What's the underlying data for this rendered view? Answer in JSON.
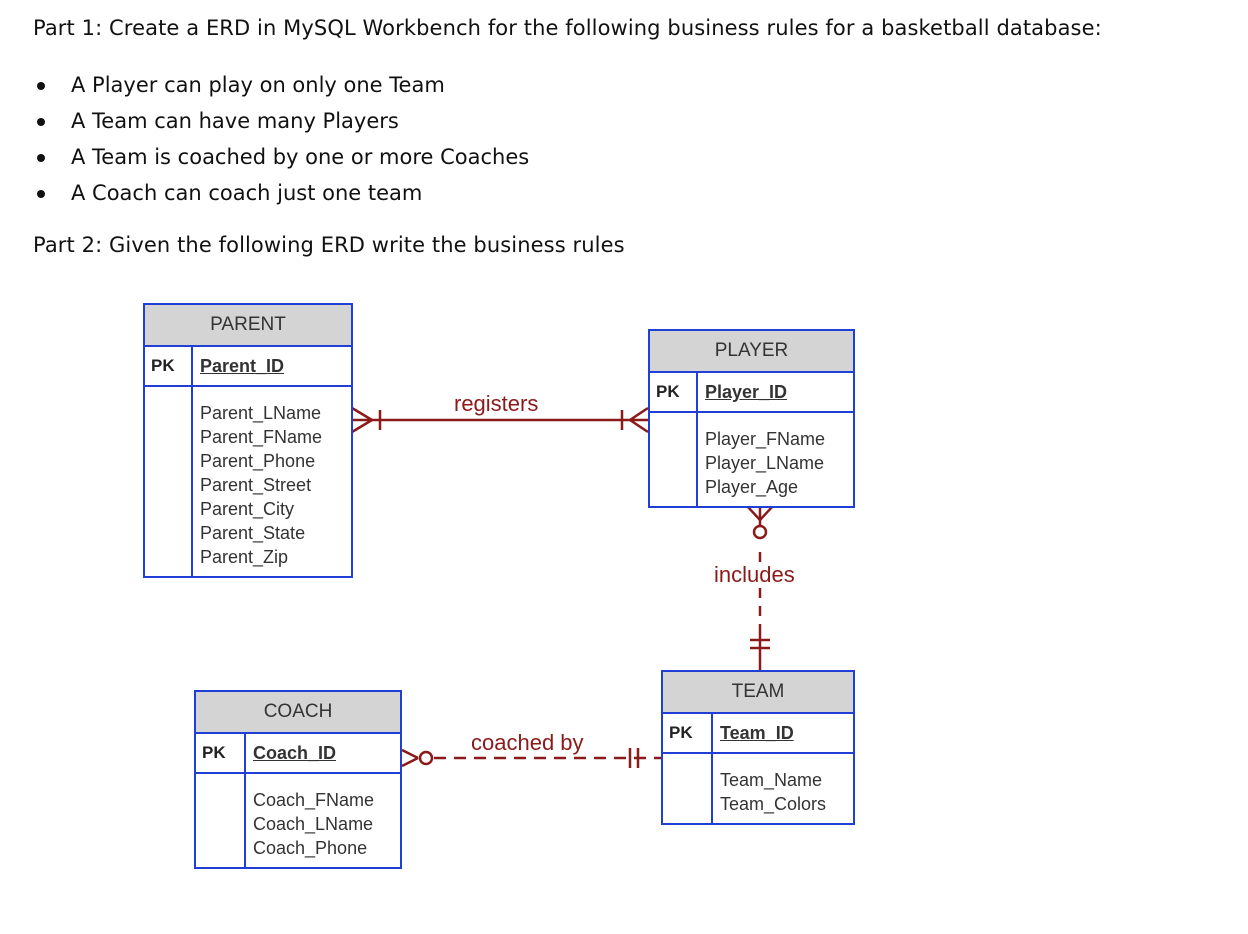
{
  "part1": {
    "title": "Part 1: Create a ERD in MySQL Workbench for the following business rules for a basketball database:",
    "rules": [
      "A Player can play on only one Team",
      "A Team can have many Players",
      "A Team is coached by one or more Coaches",
      "A Coach can coach just one team"
    ]
  },
  "part2": {
    "title": "Part 2: Given the following ERD write the business rules"
  },
  "erd": {
    "pk_label": "PK",
    "parent": {
      "name": "PARENT",
      "pk": "Parent_ID",
      "attributes": [
        "Parent_LName",
        "Parent_FName",
        "Parent_Phone",
        "Parent_Street",
        "Parent_City",
        "Parent_State",
        "Parent_Zip"
      ]
    },
    "player": {
      "name": "PLAYER",
      "pk": "Player_ID",
      "attributes": [
        "Player_FName",
        "Player_LName",
        "Player_Age"
      ]
    },
    "team": {
      "name": "TEAM",
      "pk": "Team_ID",
      "attributes": [
        "Team_Name",
        "Team_Colors"
      ]
    },
    "coach": {
      "name": "COACH",
      "pk": "Coach_ID",
      "attributes": [
        "Coach_FName",
        "Coach_LName",
        "Coach_Phone"
      ]
    },
    "relationships": {
      "registers": "registers",
      "includes": "includes",
      "coached_by": "coached by"
    },
    "colors": {
      "entity_border": "#1f3fd6",
      "header_fill": "#d4d4d4",
      "relationship": "#8b1a1a"
    }
  }
}
